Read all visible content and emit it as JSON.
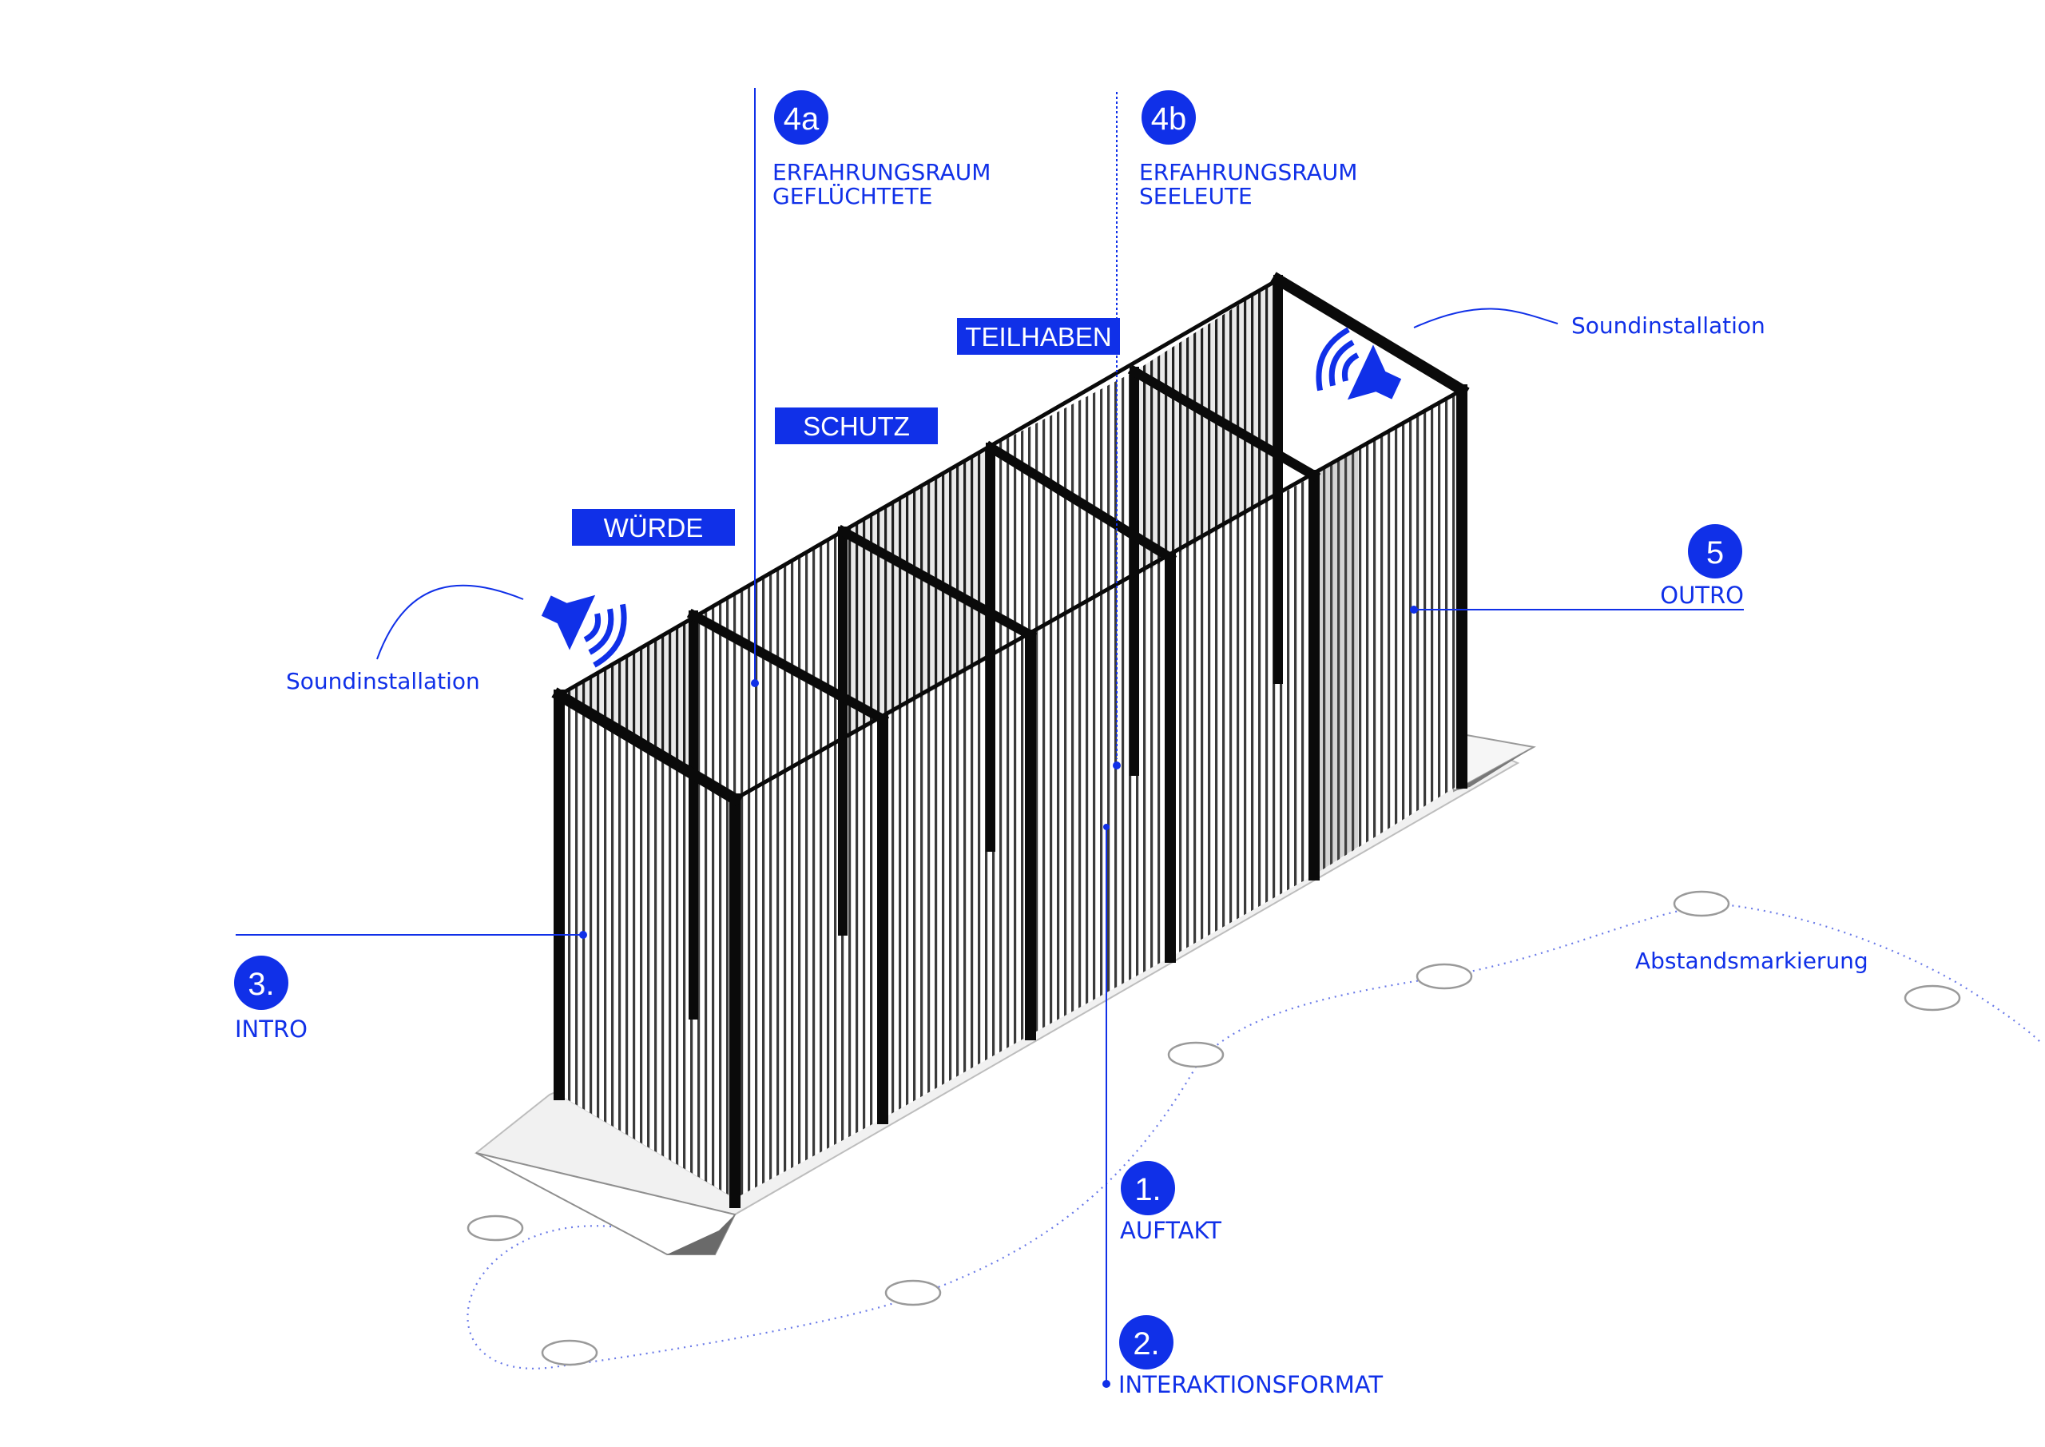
{
  "colors": {
    "accent": "#1030e8",
    "frame": "#0a0a0a",
    "floor": "#efefef"
  },
  "stations": {
    "intro": {
      "number": "3.",
      "label": "INTRO"
    },
    "room_a": {
      "number": "4a",
      "label_line1": "ERFAHRUNGSRAUM",
      "label_line2": "GEFLÜCHTETE"
    },
    "room_b": {
      "number": "4b",
      "label_line1": "ERFAHRUNGSRAUM",
      "label_line2": "SEELEUTE"
    },
    "outro": {
      "number": "5",
      "label": "OUTRO"
    },
    "auftakt": {
      "number": "1.",
      "label": "AUFTAKT"
    },
    "interaktion": {
      "number": "2.",
      "label": "INTERAKTIONSFORMAT"
    }
  },
  "tags": {
    "wuerde": "WÜRDE",
    "schutz": "SCHUTZ",
    "teilhaben": "TEILHABEN"
  },
  "sound": {
    "left": "Soundinstallation",
    "right": "Soundinstallation"
  },
  "markers": {
    "label": "Abstandsmarkierung"
  },
  "icons": {
    "speaker": "speaker-icon"
  }
}
